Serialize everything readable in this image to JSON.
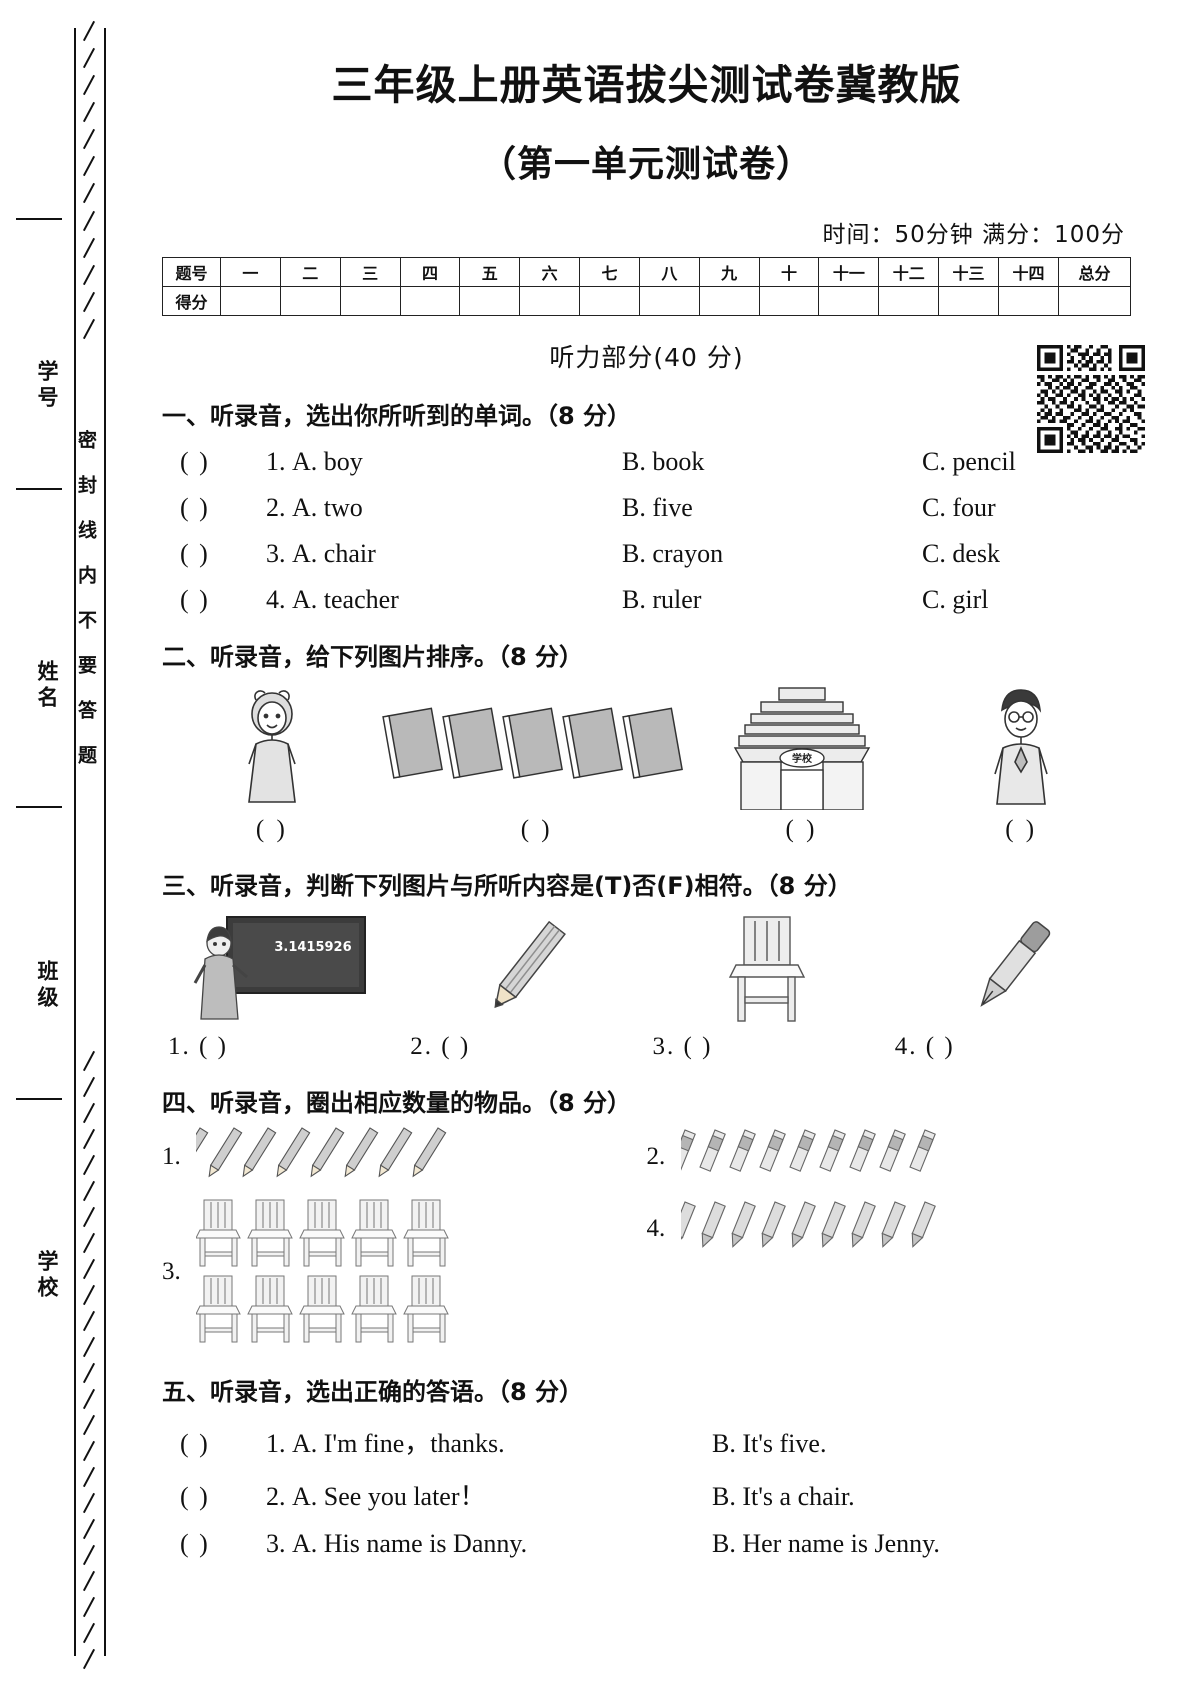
{
  "document": {
    "title": "三年级上册英语拔尖测试卷冀教版",
    "subtitle": "（第一单元测试卷）",
    "meta": "时间：50分钟  满分：100分"
  },
  "score_table": {
    "row_labels": [
      "题号",
      "得分"
    ],
    "columns": [
      "一",
      "二",
      "三",
      "四",
      "五",
      "六",
      "七",
      "八",
      "九",
      "十",
      "十一",
      "十二",
      "十三",
      "十四"
    ],
    "total_label": "总分",
    "scores": [
      "",
      "",
      "",
      "",
      "",
      "",
      "",
      "",
      "",
      "",
      "",
      "",
      "",
      ""
    ],
    "total_value": ""
  },
  "listening_banner": "听力部分(40 分)",
  "qr_code": {
    "name": "qr-code"
  },
  "sections": [
    {
      "number": "一",
      "heading": "一、听录音，选出你所听到的单词。（8 分）",
      "type": "choice3",
      "questions": [
        {
          "paren": "(    )",
          "num": "1.",
          "a": "A.  boy",
          "b": "B.  book",
          "c": "C.  pencil"
        },
        {
          "paren": "(    )",
          "num": "2.",
          "a": "A.  two",
          "b": "B.  five",
          "c": "C.  four"
        },
        {
          "paren": "(    )",
          "num": "3.",
          "a": "A.  chair",
          "b": "B.  crayon",
          "c": "C.  desk"
        },
        {
          "paren": "(    )",
          "num": "4.",
          "a": "A.  teacher",
          "b": "B.  ruler",
          "c": "C.  girl"
        }
      ]
    },
    {
      "number": "二",
      "heading": "二、听录音，给下列图片排序。（8 分）",
      "type": "order-pictures",
      "pictures": [
        {
          "icon": "girl-icon",
          "answer": "(    )"
        },
        {
          "icon": "books-stack-icon",
          "answer": "(    )",
          "count": 5
        },
        {
          "icon": "school-gate-icon",
          "answer": "(    )",
          "sign": "学校"
        },
        {
          "icon": "boy-icon",
          "answer": "(    )"
        }
      ]
    },
    {
      "number": "三",
      "heading": "三、听录音，判断下列图片与所听内容是(T)否(F)相符。（8 分）",
      "type": "true-false-pictures",
      "pictures": [
        {
          "icon": "teacher-blackboard-icon",
          "label": "1. (     )",
          "blackboard_text": "3.1415926"
        },
        {
          "icon": "pencil-icon",
          "label": "2. (     )"
        },
        {
          "icon": "chair-icon",
          "label": "3. (     )"
        },
        {
          "icon": "pen-icon",
          "label": "4. (     )"
        }
      ]
    },
    {
      "number": "四",
      "heading": "四、听录音，圈出相应数量的物品。（8 分）",
      "type": "count-circle",
      "items": [
        {
          "num": "1.",
          "icon": "pencil-icon",
          "count": 8,
          "rows": 1
        },
        {
          "num": "2.",
          "icon": "crayon-icon",
          "count": 9,
          "rows": 1
        },
        {
          "num": "3.",
          "icon": "chair-icon",
          "count": 10,
          "rows": 2
        },
        {
          "num": "4.",
          "icon": "pen-icon",
          "count": 9,
          "rows": 1
        }
      ]
    },
    {
      "number": "五",
      "heading": "五、听录音，选出正确的答语。（8 分）",
      "type": "choice2",
      "questions": [
        {
          "paren": "(    )",
          "num": "1.",
          "a": "A.  I'm fine，thanks.",
          "b": "B.  It's five."
        },
        {
          "paren": "(    )",
          "num": "2.",
          "a": "A.  See you later！",
          "b": "B.  It's a chair."
        },
        {
          "paren": "(    )",
          "num": "3.",
          "a": "A.  His name is Danny.",
          "b": "B.  Her name is Jenny."
        }
      ]
    }
  ],
  "margin": {
    "labels": [
      "学号",
      "姓名",
      "班级",
      "学校"
    ],
    "seal_text": "密封线内不要答题"
  }
}
